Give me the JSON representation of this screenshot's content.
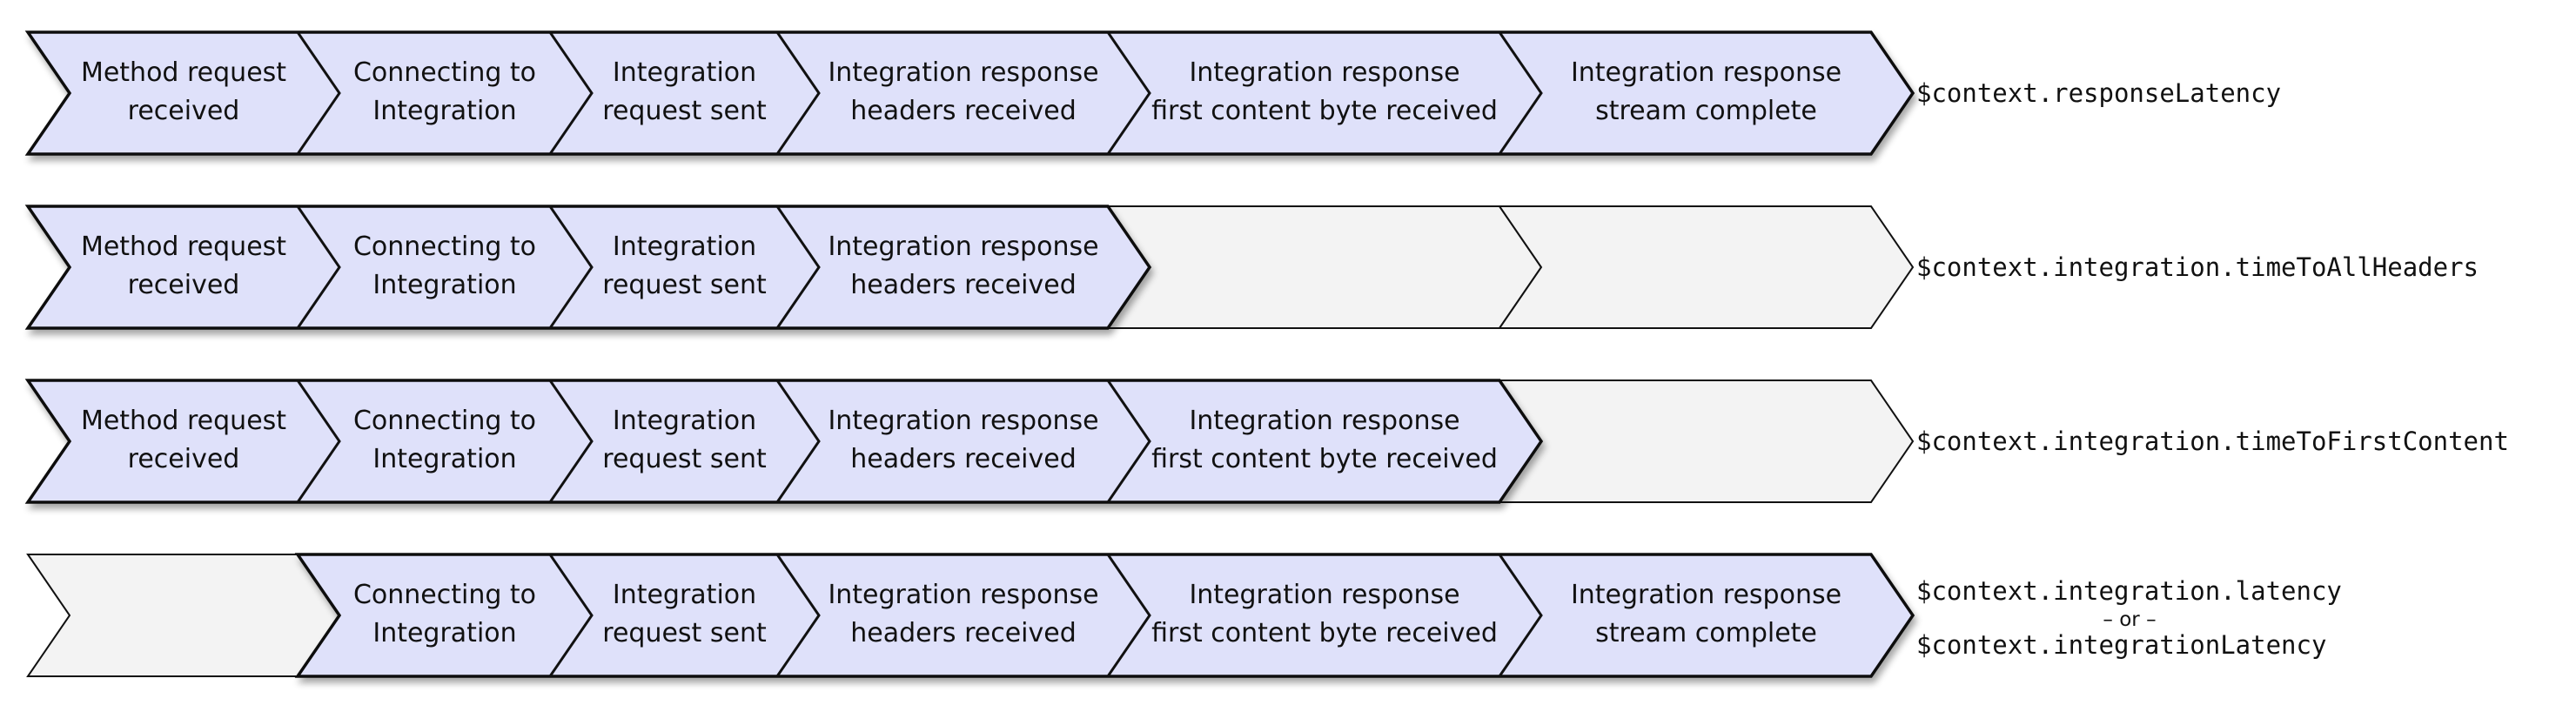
{
  "colors": {
    "active_fill": "#dfe1fa",
    "inactive_fill": "#f3f3f3",
    "stroke": "#111111"
  },
  "steps": [
    [
      "Method request",
      "received"
    ],
    [
      "Connecting to",
      "Integration"
    ],
    [
      "Integration",
      "request sent"
    ],
    [
      "Integration response",
      "headers received"
    ],
    [
      "Integration response",
      "first content byte received"
    ],
    [
      "Integration response",
      "stream complete"
    ]
  ],
  "rows": [
    {
      "active_steps": [
        true,
        true,
        true,
        true,
        true,
        true
      ],
      "metric": "$context.responseLatency"
    },
    {
      "active_steps": [
        true,
        true,
        true,
        true,
        false,
        false
      ],
      "metric": "$context.integration.timeToAllHeaders"
    },
    {
      "active_steps": [
        true,
        true,
        true,
        true,
        true,
        false
      ],
      "metric": "$context.integration.timeToFirstContent"
    },
    {
      "active_steps": [
        false,
        true,
        true,
        true,
        true,
        true
      ],
      "metric": "$context.integration.latency",
      "or_text": "– or –",
      "metric_alt": "$context.integrationLatency"
    }
  ]
}
